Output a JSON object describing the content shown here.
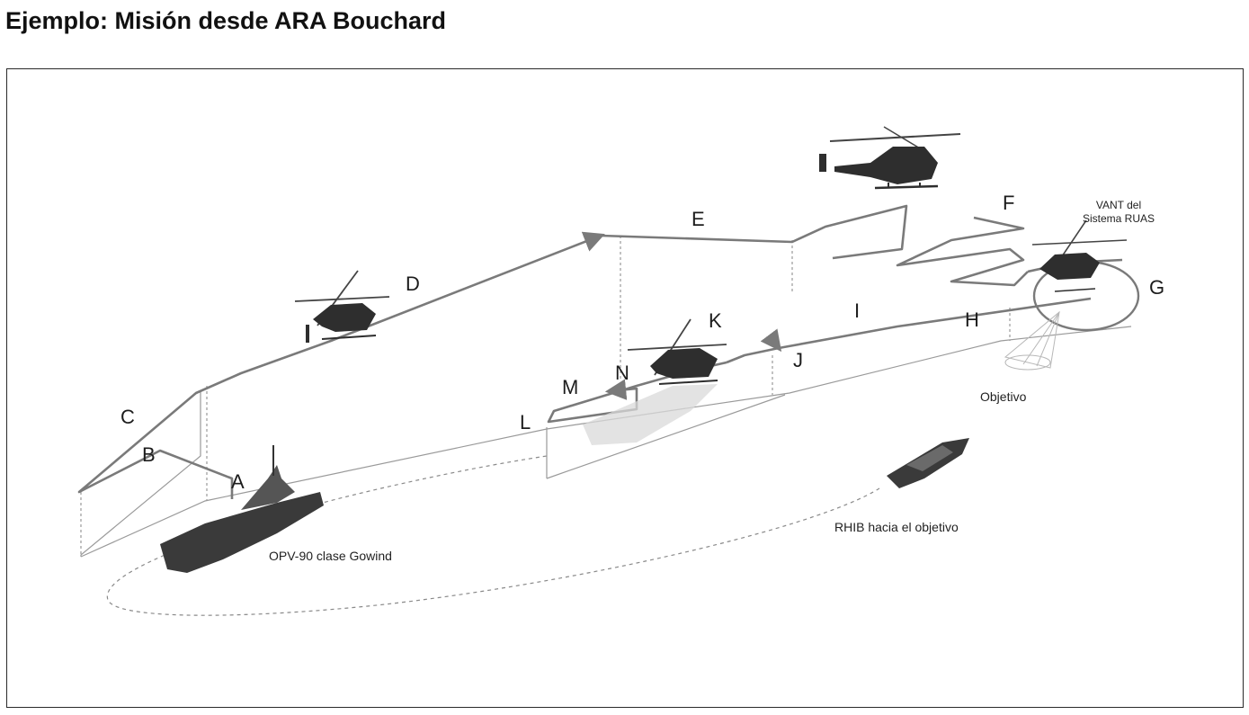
{
  "title": "Ejemplo: Misión desde ARA Bouchard",
  "waypoints": [
    "A",
    "B",
    "C",
    "D",
    "E",
    "F",
    "G",
    "H",
    "I",
    "J",
    "K",
    "L",
    "M",
    "N"
  ],
  "captions": {
    "ship": "OPV-90 clase Gowind",
    "rhib": "RHIB  hacia el objetivo",
    "target": "Objetivo",
    "uav_line1": "VANT del",
    "uav_line2": "Sistema RUAS"
  },
  "colors": {
    "flight_path": "#7a7a7a",
    "projection": "#8c8c8c",
    "helicopter": "#2e2e2e",
    "text": "#1c1c1c"
  },
  "icons": [
    "helicopter-icon",
    "ship-icon",
    "rhib-icon",
    "uav-icon",
    "target-icon",
    "arrow-icon"
  ]
}
